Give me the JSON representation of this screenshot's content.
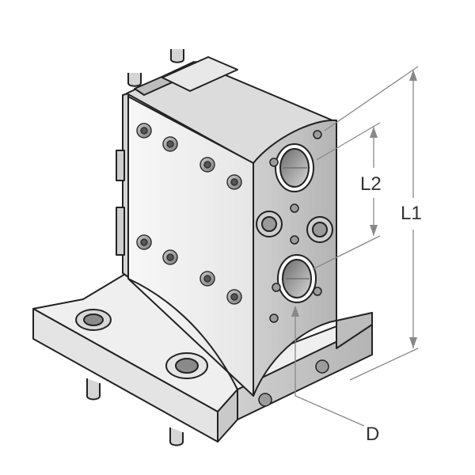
{
  "diagram": {
    "labels": {
      "l1": "L1",
      "l2": "L2",
      "d": "D"
    },
    "colors": {
      "outline": "#222222",
      "face_light": "#f2f2f2",
      "face_mid": "#dddddd",
      "face_dark": "#a8a8a8",
      "dimension": "#888888",
      "label": "#333333"
    }
  }
}
